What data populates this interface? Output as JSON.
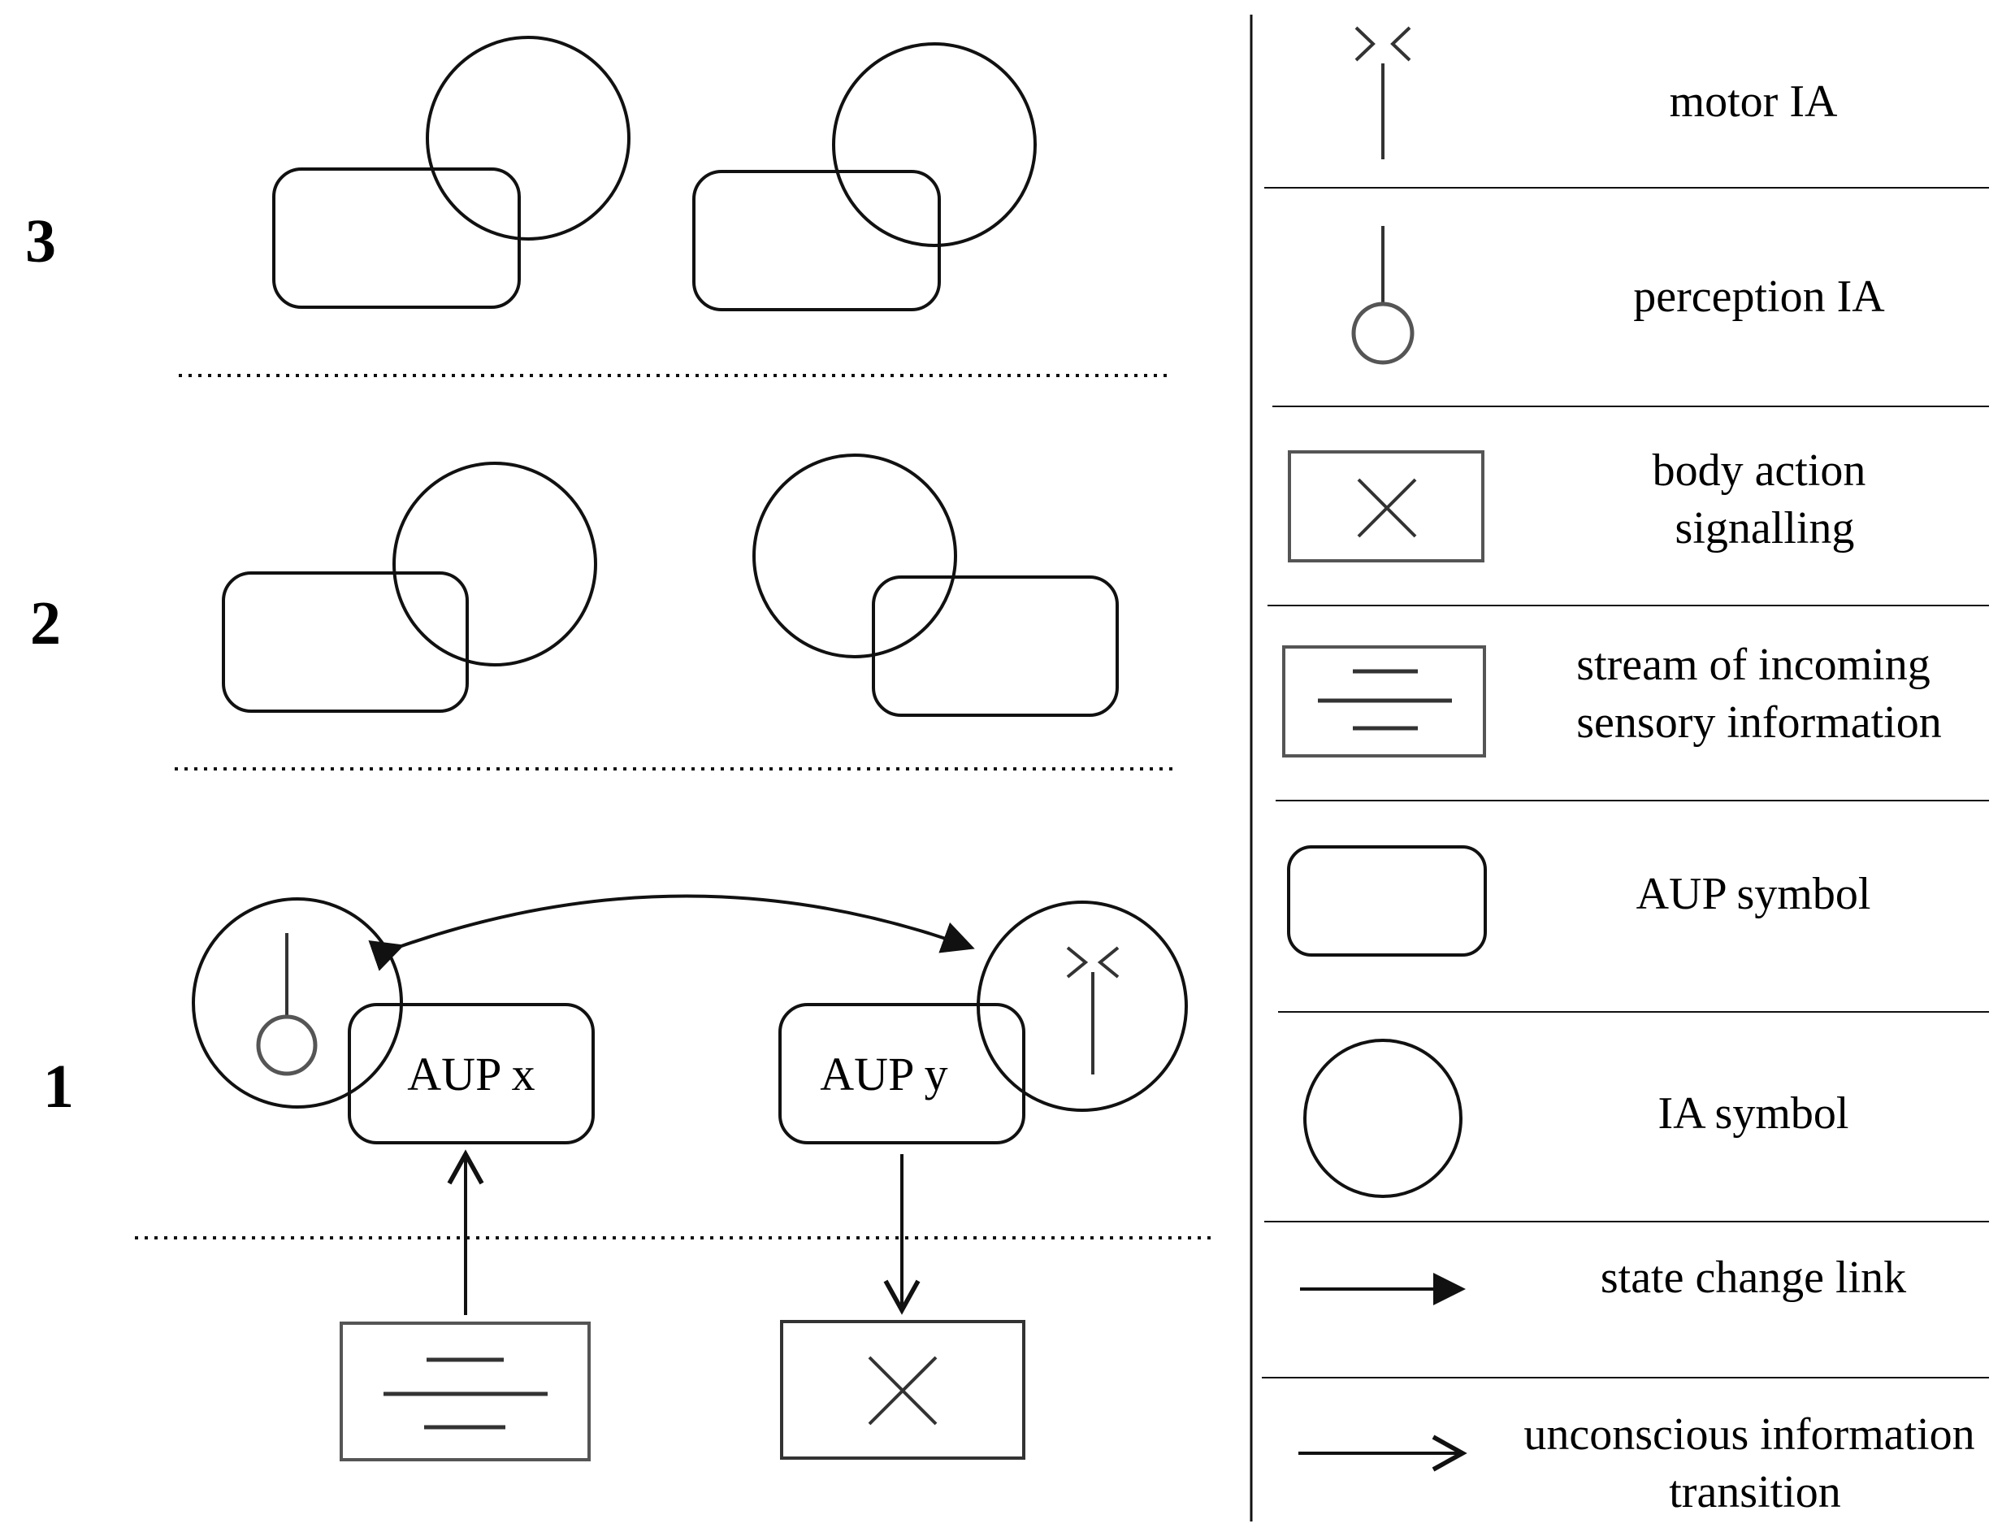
{
  "levels": {
    "level_3": "3",
    "level_2": "2",
    "level_1": "1"
  },
  "diagram": {
    "aup_x_label": "AUP x",
    "aup_y_label": "AUP y"
  },
  "legend": {
    "items": [
      {
        "icon": "motor-ia-icon",
        "label_lines": [
          "motor IA"
        ]
      },
      {
        "icon": "perception-ia-icon",
        "label_lines": [
          "perception IA"
        ]
      },
      {
        "icon": "body-action-signalling-icon",
        "label_lines": [
          "body action",
          "signalling"
        ]
      },
      {
        "icon": "sensory-stream-icon",
        "label_lines": [
          "stream of incoming",
          "sensory information"
        ]
      },
      {
        "icon": "aup-symbol-icon",
        "label_lines": [
          "AUP symbol"
        ]
      },
      {
        "icon": "ia-symbol-icon",
        "label_lines": [
          "IA symbol"
        ]
      },
      {
        "icon": "state-change-link-icon",
        "label_lines": [
          "state change link"
        ]
      },
      {
        "icon": "unconscious-transition-icon",
        "label_lines": [
          "unconscious information",
          "transition"
        ]
      }
    ]
  },
  "colors": {
    "stroke": "#111111",
    "perception_stroke": "#555555",
    "background": "#ffffff"
  }
}
